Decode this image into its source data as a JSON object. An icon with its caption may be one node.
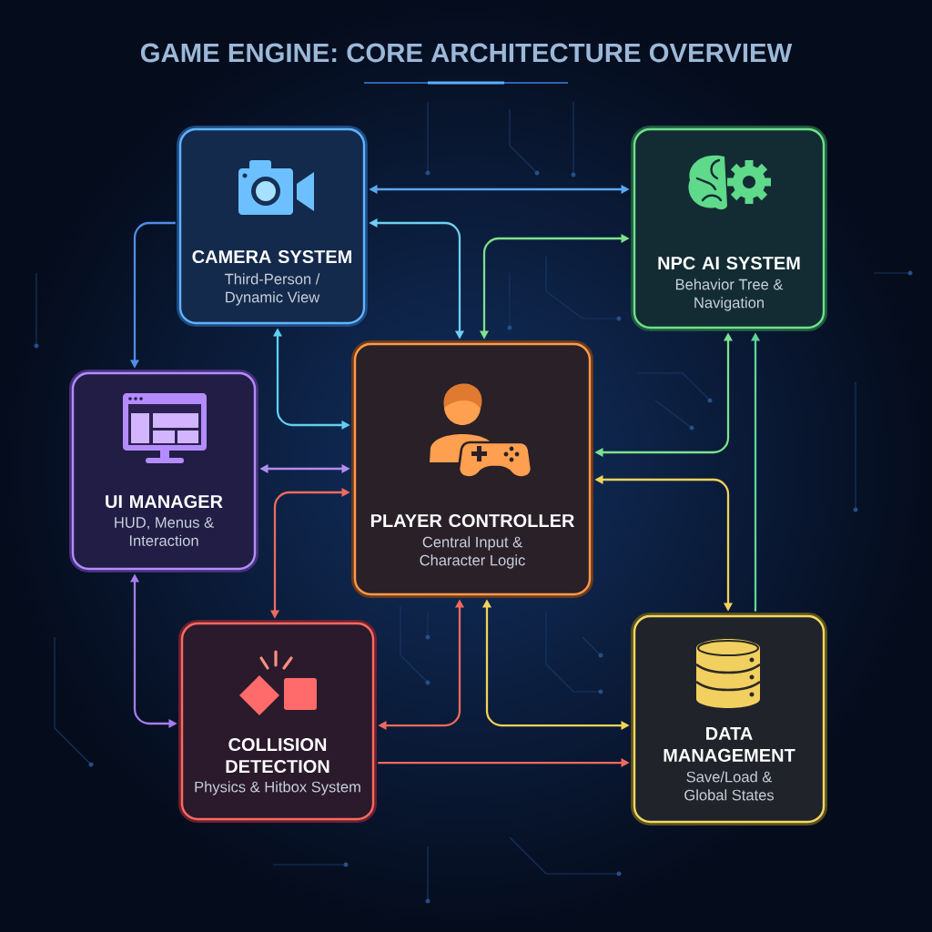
{
  "diagram": {
    "title": "GAME ENGINE: CORE ARCHITECTURE OVERVIEW",
    "nodes": [
      {
        "text": [
          "CAMERA SYSTEM",
          "Third-Person / Dynamic View"
        ]
      },
      {
        "text": [
          "NPC AI SYSTEM",
          "Behavior Tree & Navigation"
        ]
      },
      {
        "text": [
          "UI MANAGER",
          "HUD, Menus & Interaction"
        ]
      },
      {
        "text": [
          "PLAYER CONTROLLER",
          "Central Input & Character Logic"
        ]
      },
      {
        "text": [
          "COLLISION DETECTION",
          "Physics & Hitbox System"
        ]
      },
      {
        "text": [
          "DATA MANAGEMENT",
          "Save/Load & Global States"
        ]
      }
    ],
    "edges": [
      {
        "from": 0,
        "to": 1,
        "arrow": "both",
        "color": "#5aa9f2"
      },
      {
        "from": 0,
        "to": 3,
        "arrow": "both",
        "color": "#6fcff2"
      },
      {
        "from": 3,
        "to": 1,
        "arrow": "both",
        "color": "#7de28c"
      },
      {
        "from": 0,
        "to": 2,
        "arrow": "to",
        "color": "#4f8fe8"
      },
      {
        "from": 0,
        "to": 3,
        "arrow": "both",
        "color": "#5fd0f0"
      },
      {
        "from": 2,
        "to": 3,
        "arrow": "both",
        "color": "#b48cf0"
      },
      {
        "from": 3,
        "to": 4,
        "arrow": "both",
        "color": "#f06a5e"
      },
      {
        "from": 2,
        "to": 4,
        "arrow": "both",
        "color": "#a57ee8"
      },
      {
        "from": 3,
        "to": 1,
        "arrow": "both",
        "color": "#7de28c"
      },
      {
        "from": 5,
        "to": 1,
        "arrow": "to",
        "color": "#5fd39a"
      },
      {
        "from": 3,
        "to": 5,
        "arrow": "both",
        "color": "#f2d35a"
      },
      {
        "from": 3,
        "to": 4,
        "arrow": "both",
        "color": "#f06a5e"
      },
      {
        "from": 3,
        "to": 5,
        "arrow": "both",
        "color": "#f2d35a"
      },
      {
        "from": 4,
        "to": 5,
        "arrow": "to",
        "color": "#f06a5e"
      }
    ]
  }
}
